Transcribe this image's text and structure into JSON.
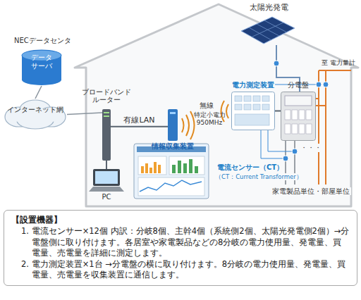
{
  "diagram": {
    "nodes": [
      {
        "text": [
          "データ サーバ"
        ]
      },
      {
        "text": [
          "インターネット網"
        ]
      },
      {
        "text": [
          "ブロードバンド ルーター"
        ]
      },
      {
        "text": [
          "情報収集装置"
        ]
      },
      {
        "text": [
          "PC"
        ]
      },
      {
        "text": [
          "電力測定装置"
        ]
      },
      {
        "text": [
          "分電盤"
        ]
      },
      {
        "text": [
          "太陽光発電"
        ]
      },
      {
        "text": [
          "【設置機器】",
          "1. 電流センサー×12個 内訳：分岐8個、主幹4個（系統側2個、太陽光発電側2個）→分電盤側に取り付けます。各居室や家電製品などの8分岐の電力使用量、発電量、買電量、売電量を詳細に測定します。",
          "2. 電力測定装置×1台 →分電盤の横に取り付けます。8分岐の電力使用量、発電量、買電量、売電量を収集装置に通信します。"
        ]
      }
    ],
    "edges": [
      {
        "from": 0,
        "to": 1,
        "arrow": "none"
      },
      {
        "from": 1,
        "to": 2,
        "arrow": "none"
      },
      {
        "from": 2,
        "to": 3,
        "label": "有線LAN",
        "arrow": "none"
      },
      {
        "from": 2,
        "to": 4,
        "arrow": "none"
      },
      {
        "from": 5,
        "to": 6,
        "arrow": "none"
      }
    ],
    "labels": [
      "NECデータセンタ",
      "無線",
      "特定小電力 950MHz",
      "至 電力量計",
      "電流センサー（CT）",
      "（CT：Current Transformer）",
      "・・・",
      "家電製品単位・部屋単位"
    ]
  }
}
